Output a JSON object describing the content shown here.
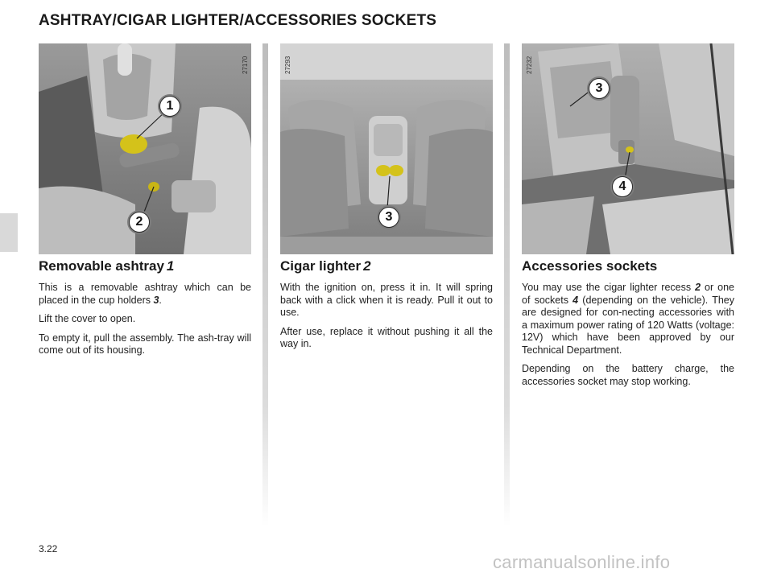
{
  "title": "ASHTRAY/CIGAR LIGHTER/ACCESSORIES SOCKETS",
  "page_number": "3.22",
  "watermark": "carmanualsonline.info",
  "figures": [
    {
      "ref": "27170",
      "callouts": [
        "1",
        "2"
      ]
    },
    {
      "ref": "27293",
      "callouts": [
        "3"
      ]
    },
    {
      "ref": "27232",
      "callouts": [
        "3",
        "4"
      ]
    }
  ],
  "sections": [
    {
      "heading": "Removable ashtray",
      "heading_num": "1",
      "p1_a": "This is a removable ashtray which can be placed in the cup holders ",
      "p1_b": "3",
      "p1_c": ".",
      "p2": "Lift the cover to open.",
      "p3": "To empty it, pull the assembly. The ash-tray will come out of its housing."
    },
    {
      "heading": "Cigar lighter",
      "heading_num": "2",
      "p1": "With the ignition on, press it in. It will spring back with a click when it is ready. Pull it out to use.",
      "p2": "After use, replace it without pushing it all the way in."
    },
    {
      "heading": "Accessories sockets",
      "p1_a": "You may use the cigar lighter recess ",
      "p1_b": "2",
      "p1_c": " or one of sockets ",
      "p1_d": "4",
      "p1_e": " (depending on the vehicle). They are designed for con-necting accessories with a maximum power rating of 120 Watts (voltage: 12V) which have been approved by our Technical Department.",
      "p2": "Depending on the battery charge, the accessories socket may stop working."
    }
  ]
}
